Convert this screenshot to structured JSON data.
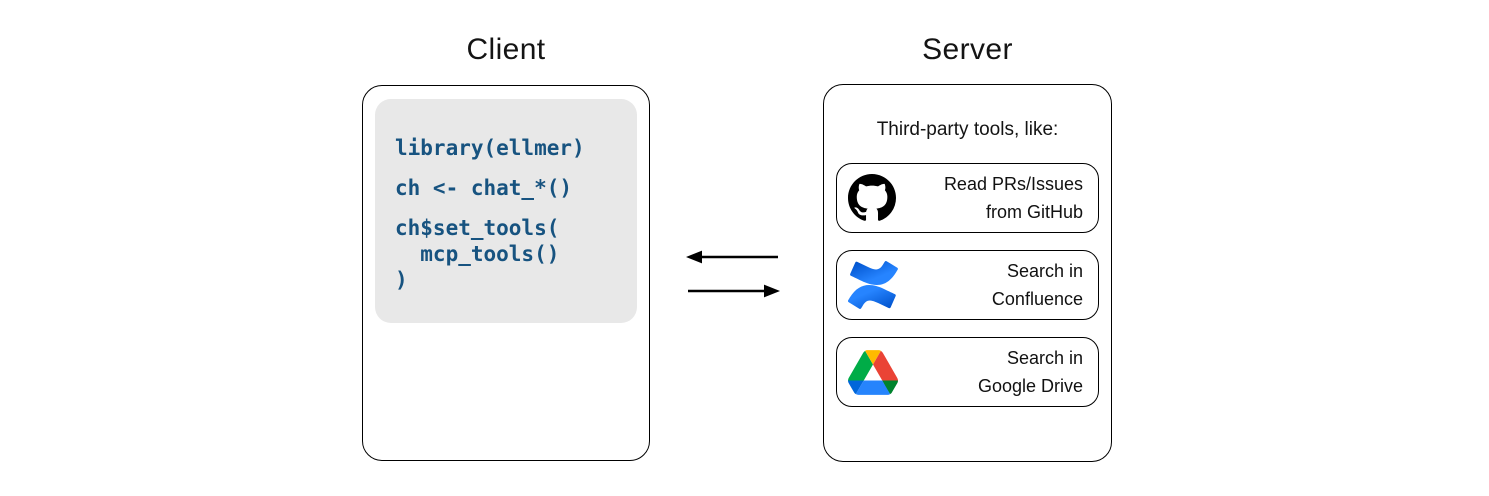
{
  "diagram": {
    "client": {
      "title": "Client",
      "code_lines": [
        "library(ellmer)",
        "ch <- chat_*()",
        "ch$set_tools(",
        "  mcp_tools()",
        ")"
      ]
    },
    "server": {
      "title": "Server",
      "heading": "Third-party tools, like:",
      "tools": [
        {
          "icon": "github-icon",
          "line1": "Read PRs/Issues",
          "line2": "from GitHub"
        },
        {
          "icon": "confluence-icon",
          "line1": "Search in",
          "line2": "Confluence"
        },
        {
          "icon": "google-drive-icon",
          "line1": "Search in",
          "line2": "Google Drive"
        }
      ]
    },
    "arrows": {
      "direction": "bidirectional",
      "left_arrow": "server-to-client",
      "right_arrow": "client-to-server"
    },
    "colors": {
      "code_text": "#175380",
      "code_background": "#e8e8e8",
      "panel_border": "#000000",
      "github_black": "#000000",
      "confluence_blue_dark": "#0052cc",
      "confluence_blue": "#2684ff",
      "drive_blue": "#0066da",
      "drive_green": "#00ac47",
      "drive_dark_green": "#00832d",
      "drive_yellow": "#ffba00",
      "drive_bright_blue": "#2684fc",
      "drive_red": "#ea4335"
    }
  }
}
